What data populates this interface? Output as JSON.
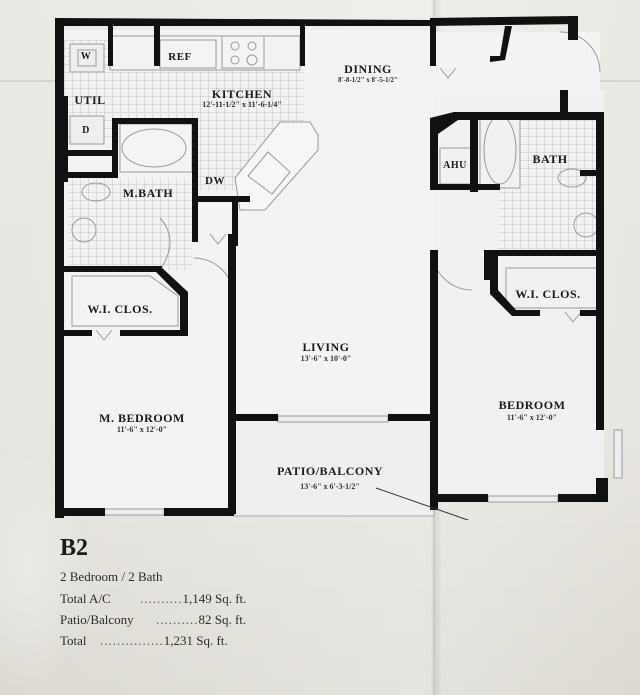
{
  "unit": {
    "name": "B2",
    "type": "2 Bedroom / 2 Bath",
    "areas": [
      {
        "label": "Total A/C",
        "dots": "..........",
        "value": "1,149 Sq. ft."
      },
      {
        "label": "Patio/Balcony",
        "dots": "..........",
        "value": "82 Sq. ft."
      },
      {
        "label": "Total",
        "dots": "...............",
        "value": "1,231 Sq. ft."
      }
    ]
  },
  "rooms": {
    "w": {
      "label": "W"
    },
    "d": {
      "label": "D"
    },
    "util": {
      "label": "UTIL"
    },
    "ref": {
      "label": "REF"
    },
    "dw": {
      "label": "DW"
    },
    "ahu": {
      "label": "AHU"
    },
    "kitchen": {
      "label": "KITCHEN",
      "dim": "12'-11-1/2\" x 11'-6-1/4\""
    },
    "dining": {
      "label": "DINING",
      "dim": "8'-8-1/2\" x 8'-5-1/2\""
    },
    "master_bath": {
      "label": "M.BATH"
    },
    "bath": {
      "label": "BATH"
    },
    "wic_master": {
      "label": "W.I. CLOS."
    },
    "wic_bedroom": {
      "label": "W.I. CLOS."
    },
    "living": {
      "label": "LIVING",
      "dim": "13'-6\" x 10'-0\""
    },
    "master_bedroom": {
      "label": "M. BEDROOM",
      "dim": "11'-6\" x 12'-0\""
    },
    "bedroom": {
      "label": "BEDROOM",
      "dim": "11'-6\" x 12'-0\""
    },
    "patio": {
      "label": "PATIO/BALCONY",
      "dim": "13'-6\" x 6'-3-1/2\""
    }
  },
  "colors": {
    "wall": "#111111",
    "floor": "#f3f3f3",
    "tile": "#b9b9b9",
    "paper": "#e6e3dc"
  }
}
